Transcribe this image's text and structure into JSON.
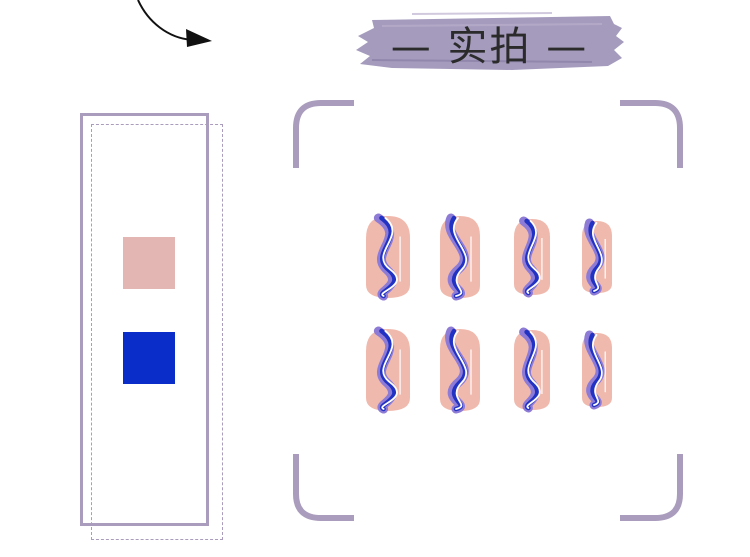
{
  "title": {
    "text": "— 实拍 —",
    "brush_color": "#9b90b6",
    "text_color": "#2b2b2b"
  },
  "frames": {
    "accent_color": "#a99cbc"
  },
  "swatches": [
    {
      "name": "nude-pink",
      "color": "#e3b5b3"
    },
    {
      "name": "cobalt-blue",
      "color": "#0a2cc8"
    }
  ],
  "nails": {
    "base_color": "#f0b9ad",
    "swirl_blue": "#2233c4",
    "swirl_lilac": "#8e7bd6",
    "swirl_white": "#ffffff"
  }
}
